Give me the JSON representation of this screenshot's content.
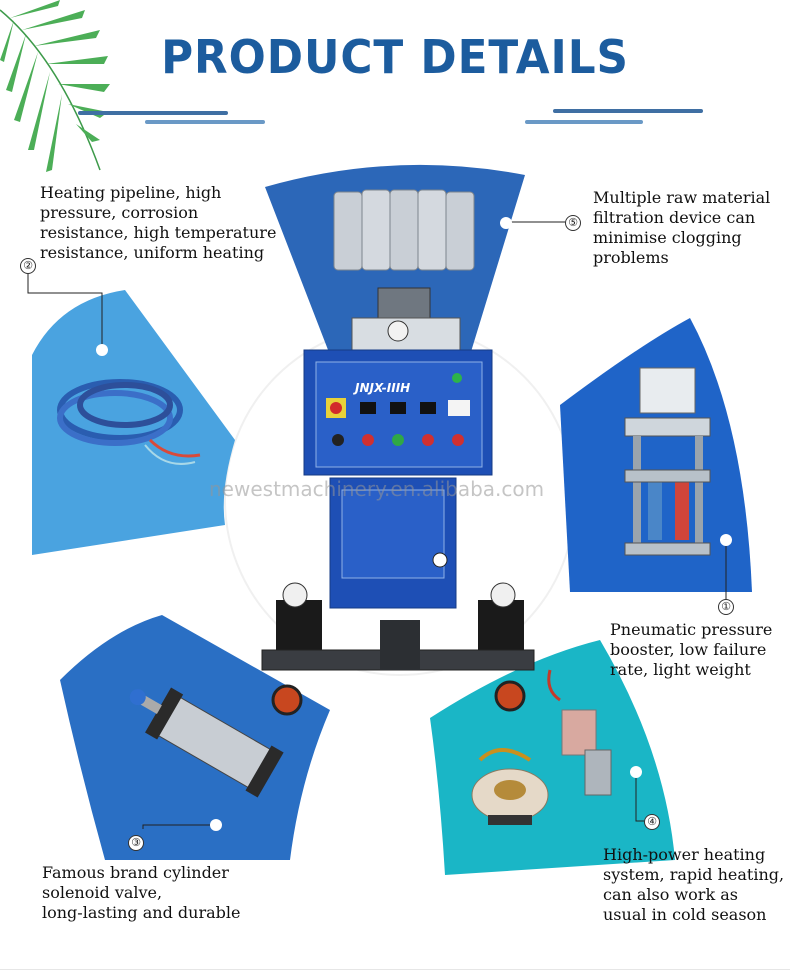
{
  "header": {
    "title": "PRODUCT DETAILS"
  },
  "watermark": "newestmachinery.en.alibaba.com",
  "machine": {
    "panel_label": "JNJX-IIIH"
  },
  "features": [
    {
      "number": "①",
      "lines": [
        "Pneumatic pressure",
        "booster, low failure",
        "rate, light weight"
      ]
    },
    {
      "number": "②",
      "lines": [
        "Heating pipeline, high",
        "pressure, corrosion",
        "resistance, high temperature",
        "resistance, uniform heating"
      ]
    },
    {
      "number": "③",
      "lines": [
        "Famous brand cylinder",
        "solenoid valve,",
        "long-lasting and durable"
      ]
    },
    {
      "number": "④",
      "lines": [
        "High-power heating",
        "system, rapid heating,",
        "can also work as",
        "usual in cold season"
      ]
    },
    {
      "number": "⑤",
      "lines": [
        "Multiple raw material",
        "filtration device can",
        "minimise clogging",
        "problems"
      ]
    }
  ],
  "colors": {
    "title": "#1c5c9e",
    "sector_top": "#2c67b8",
    "sector_left_upper": "#4aa3e0",
    "sector_right_upper": "#1f64c8",
    "sector_left_lower": "#2a6fc4",
    "sector_right_lower": "#1ab6c6",
    "machine_body": "#1e4fb5"
  }
}
